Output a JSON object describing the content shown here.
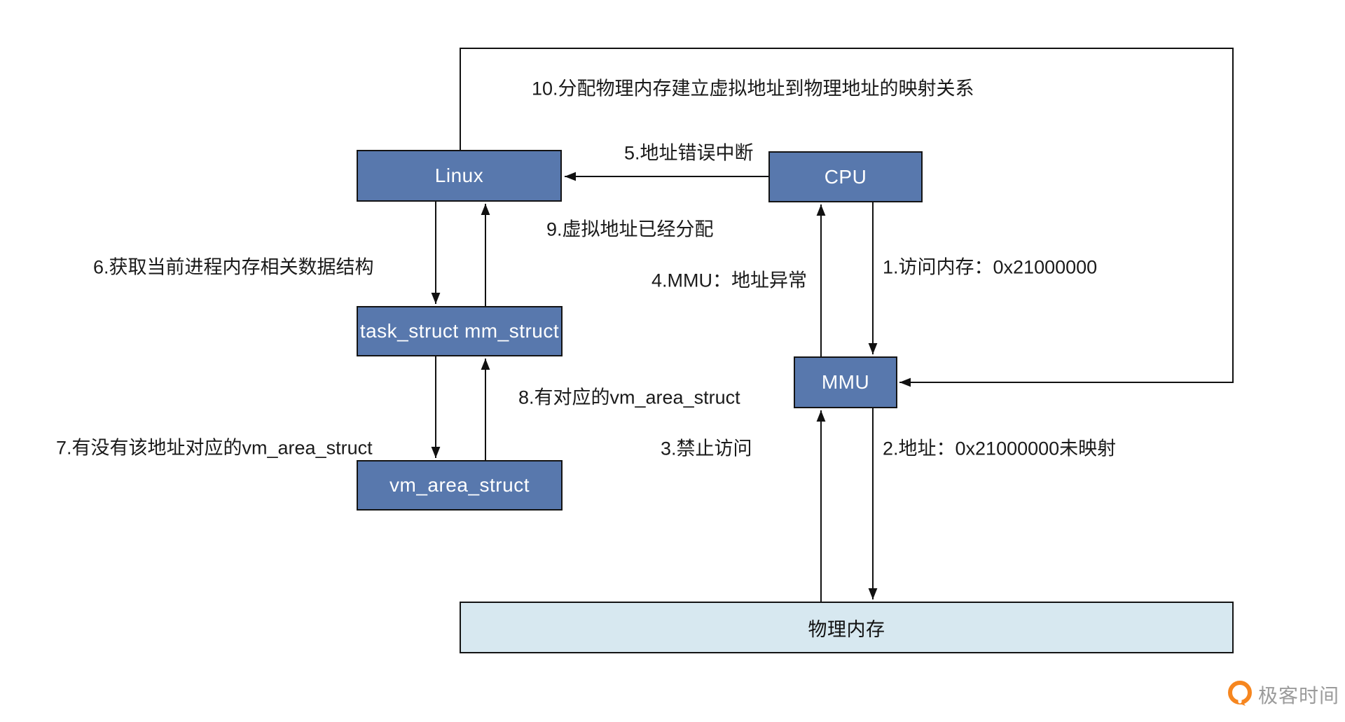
{
  "diagram_title": "Linux virtual memory page-fault handling flow",
  "colors": {
    "node_fill": "#5878ad",
    "node_border": "#141414",
    "node_text": "#ffffff",
    "memory_fill": "#d7e8f0",
    "label_text": "#1a1a1a",
    "line_color": "#111111",
    "logo_orange": "#f6861f",
    "logo_text_gray": "#9b9b9b"
  },
  "nodes": {
    "linux": {
      "label": "Linux"
    },
    "cpu": {
      "label": "CPU"
    },
    "task_struct": {
      "label": "task_struct mm_struct"
    },
    "vm_area_struct": {
      "label": "vm_area_struct"
    },
    "mmu": {
      "label": "MMU"
    },
    "physical_memory": {
      "label": "物理内存"
    }
  },
  "edge_labels": {
    "step1": "1.访问内存：0x21000000",
    "step2": "2.地址：0x21000000未映射",
    "step3": "3.禁止访问",
    "step4": "4.MMU：地址异常",
    "step5": "5.地址错误中断",
    "step6": "6.获取当前进程内存相关数据结构",
    "step7": "7.有没有该地址对应的vm_area_struct",
    "step8": "8.有对应的vm_area_struct",
    "step9": "9.虚拟地址已经分配",
    "step10": "10.分配物理内存建立虚拟地址到物理地址的映射关系"
  },
  "watermark": {
    "text": "极客时间"
  }
}
